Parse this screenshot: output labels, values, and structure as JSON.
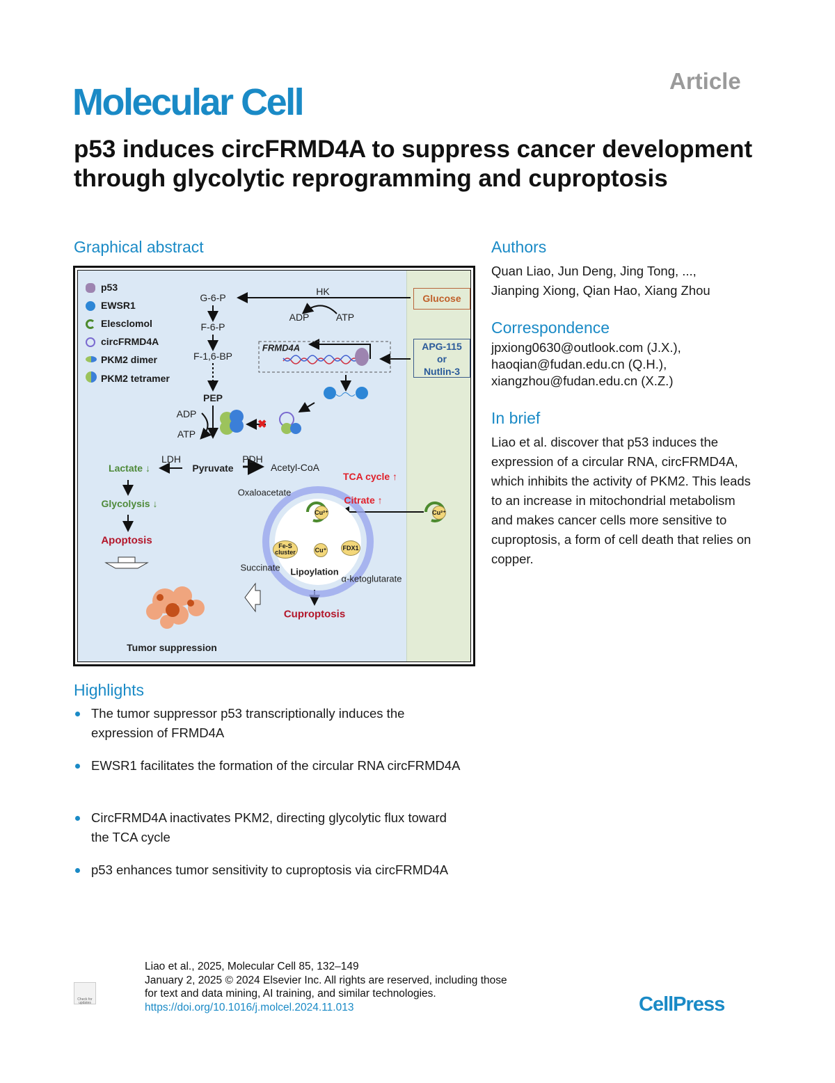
{
  "header": {
    "article_type": "Article",
    "journal": "Molecular Cell"
  },
  "title": "p53 induces circFRMD4A to suppress cancer development through glycolytic reprogramming and cuproptosis",
  "graphical_abstract": {
    "heading": "Graphical abstract",
    "legend": [
      "p53",
      "EWSR1",
      "Elesclomol",
      "circFRMD4A",
      "PKM2 dimer",
      "PKM2 tetramer"
    ],
    "labels": {
      "g6p": "G-6-P",
      "f6p": "F-6-P",
      "f16bp": "F-1,6-BP",
      "pep": "PEP",
      "hk": "HK",
      "adp1": "ADP",
      "atp1": "ATP",
      "glucose": "Glucose",
      "apg": "APG-115",
      "or": "or",
      "nutlin": "Nutlin-3",
      "frmd4a": "FRMD4A",
      "adp2": "ADP",
      "atp2": "ATP",
      "ldh": "LDH",
      "pdh": "PDH",
      "lactate": "Lactate ↓",
      "pyruvate": "Pyruvate",
      "acetylcoa": "Acetyl-CoA",
      "tca": "TCA cycle ↑",
      "oxaloacetate": "Oxaloacetate",
      "citrate": "Citrate ↑",
      "glycolysis": "Glycolysis ↓",
      "apoptosis": "Apoptosis",
      "cu2_in": "Cu²⁺",
      "cu2_out": "Cu²⁺",
      "fes": "Fe-S cluster",
      "cu1": "Cu⁺",
      "fdx1": "FDX1",
      "succinate": "Succinate",
      "lipoylation": "Lipoylation",
      "akg": "α-ketoglutarate",
      "cuproptosis": "Cuproptosis",
      "tumor": "Tumor suppression"
    }
  },
  "authors": {
    "heading": "Authors",
    "line1": "Quan Liao, Jun Deng, Jing Tong, ...,",
    "line2": "Jianping Xiong, Qian Hao, Xiang Zhou"
  },
  "correspondence": {
    "heading": "Correspondence",
    "lines": [
      "jpxiong0630@outlook.com (J.X.),",
      "haoqian@fudan.edu.cn (Q.H.),",
      "xiangzhou@fudan.edu.cn (X.Z.)"
    ]
  },
  "in_brief": {
    "heading": "In brief",
    "text": "Liao et al. discover that p53 induces the expression of a circular RNA, circFRMD4A, which inhibits the activity of PKM2. This leads to an increase in mitochondrial metabolism and makes cancer cells more sensitive to cuproptosis, a form of cell death that relies on copper."
  },
  "highlights": {
    "heading": "Highlights",
    "items": [
      "The tumor suppressor p53 transcriptionally induces the expression of FRMD4A",
      "EWSR1 facilitates the formation of the circular RNA circFRMD4A",
      "CircFRMD4A inactivates PKM2, directing glycolytic flux toward the TCA cycle",
      "p53 enhances tumor sensitivity to cuproptosis via circFRMD4A"
    ]
  },
  "footer": {
    "citation": "Liao et al., 2025, Molecular Cell 85, 132–149",
    "date_rights": "January 2, 2025 © 2024 Elsevier Inc. All rights are reserved, including those",
    "rights2": "for text and data mining, AI training, and similar technologies.",
    "doi": "https://doi.org/10.1016/j.molcel.2024.11.013",
    "check_updates": "Check for updates",
    "publisher": "CellPress"
  },
  "colors": {
    "accent": "#1a8ac6",
    "diagram_bg": "#dbe8f5",
    "panel_green": "#e3ecd6"
  }
}
